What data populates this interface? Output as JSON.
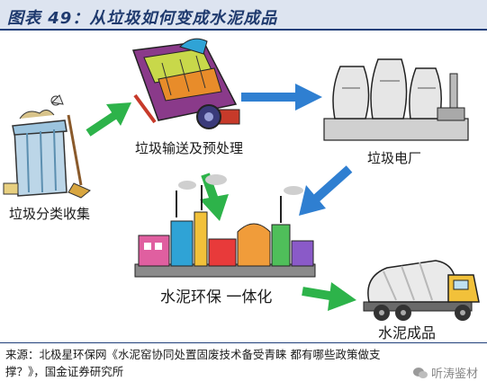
{
  "title": "图表 49：从垃圾如何变成水泥成品",
  "nodes": {
    "sorting": "垃圾分类收集",
    "transport": "垃圾输送及预处理",
    "power_plant": "垃圾电厂",
    "integration": "水泥环保 一体化",
    "product": "水泥成品"
  },
  "source": "来源：北极星环保网《水泥窑协同处置固废技术备受青睐  都有哪些政策做支撑？》，国金证券研究所",
  "watermark": "听涛鉴材",
  "colors": {
    "arrow_green": "#2db34a",
    "arrow_blue": "#2f7fd1",
    "title_bg": "#dde4f0",
    "title_text": "#1f3a6e"
  }
}
